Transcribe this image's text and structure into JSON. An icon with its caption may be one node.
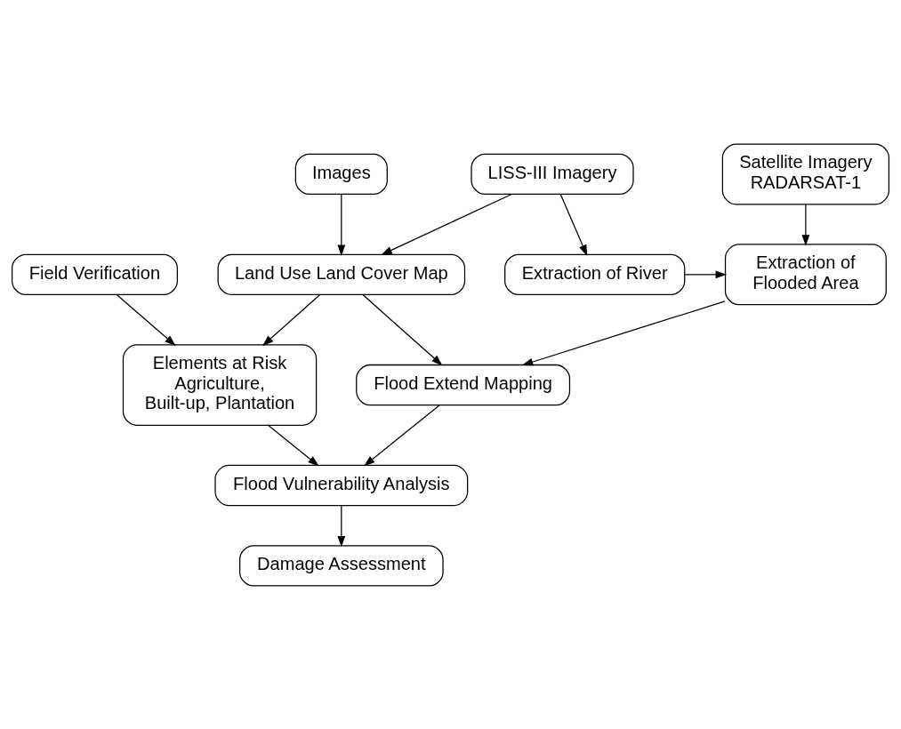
{
  "diagram": {
    "nodes": [
      {
        "text": [
          "Satellite Imagery RADARSAT-1"
        ]
      },
      {
        "text": [
          "LISS-III Imagery"
        ]
      },
      {
        "text": [
          "Images"
        ]
      },
      {
        "text": [
          "Extraction of Flooded Area"
        ]
      },
      {
        "text": [
          "Extraction of River"
        ]
      },
      {
        "text": [
          "Land Use Land Cover Map"
        ]
      },
      {
        "text": [
          "Field Verification"
        ]
      },
      {
        "text": [
          "Flood Extend Mapping"
        ]
      },
      {
        "text": [
          "Elements at Risk Agriculture, Built-up, Plantation"
        ]
      },
      {
        "text": [
          "Flood Vulnerability Analysis"
        ]
      },
      {
        "text": [
          "Damage Assessment"
        ]
      }
    ],
    "edges": [
      {
        "from": 0,
        "to": 3,
        "arrow": "to"
      },
      {
        "from": 1,
        "to": 4,
        "arrow": "to"
      },
      {
        "from": 1,
        "to": 5,
        "arrow": "to"
      },
      {
        "from": 2,
        "to": 5,
        "arrow": "to"
      },
      {
        "from": 4,
        "to": 3,
        "arrow": "to"
      },
      {
        "from": 3,
        "to": 7,
        "arrow": "to"
      },
      {
        "from": 5,
        "to": 7,
        "arrow": "to"
      },
      {
        "from": 5,
        "to": 8,
        "arrow": "to"
      },
      {
        "from": 6,
        "to": 8,
        "arrow": "to"
      },
      {
        "from": 7,
        "to": 9,
        "arrow": "to"
      },
      {
        "from": 8,
        "to": 9,
        "arrow": "to"
      },
      {
        "from": 9,
        "to": 10,
        "arrow": "to"
      }
    ]
  }
}
